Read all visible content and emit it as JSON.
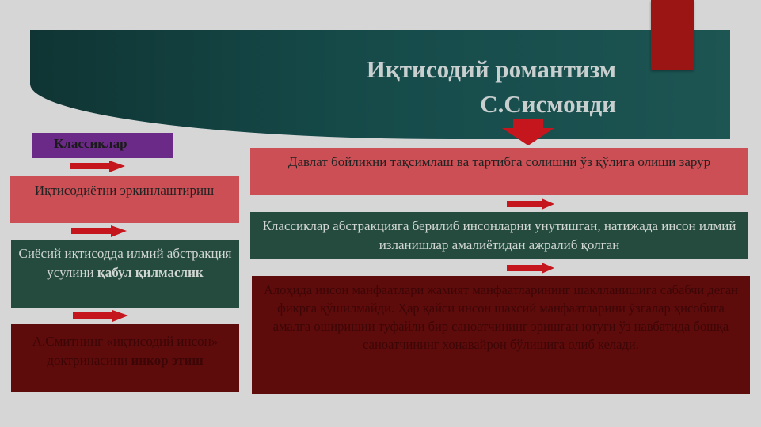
{
  "slide": {
    "title_line1": "Иқтисодий романтизм",
    "title_line2": "С.Сисмонди"
  },
  "left": {
    "header": "Классиклар",
    "box1": "Иқтисодиётни эркинлаштириш",
    "box2_pre": "Сиёсий иқтисодда илмий абстракция усулини ",
    "box2_bold": "қабул қилмаслик",
    "box3_pre": "А.Смитнинг «иқтисодий инсон» доктринасини ",
    "box3_bold": "инкор этиш"
  },
  "right": {
    "box1": "Давлат бойликни тақсимлаш ва тартибга солишни ўз қўлига олиши зарур",
    "box2": "Классиклар абстракцияга берилиб инсонларни унутишган, натижада инсон илмий изланишлар амалиётидан ажралиб қолган",
    "box3": "Алоҳида инсон манфаатлари жамият манфаатларининг шаклланишига сабабчи деган фикрга қўшилмайди. Ҳар қайси инсон шахсий манфаатларини ўзгалар ҳисобига амалга оширишии туфайли бир саноатчининг эришган ютуғи ўз навбатида бошқа саноатчининг хонавайрон бўлишига олиб келади."
  },
  "colors": {
    "banner": "#154a49",
    "purple": "#6b2a87",
    "pink": "#cc4f55",
    "green": "#254a3e",
    "maroon": "#5e0b0b",
    "arrow": "#c4161c",
    "bookmark": "#9b1515"
  }
}
